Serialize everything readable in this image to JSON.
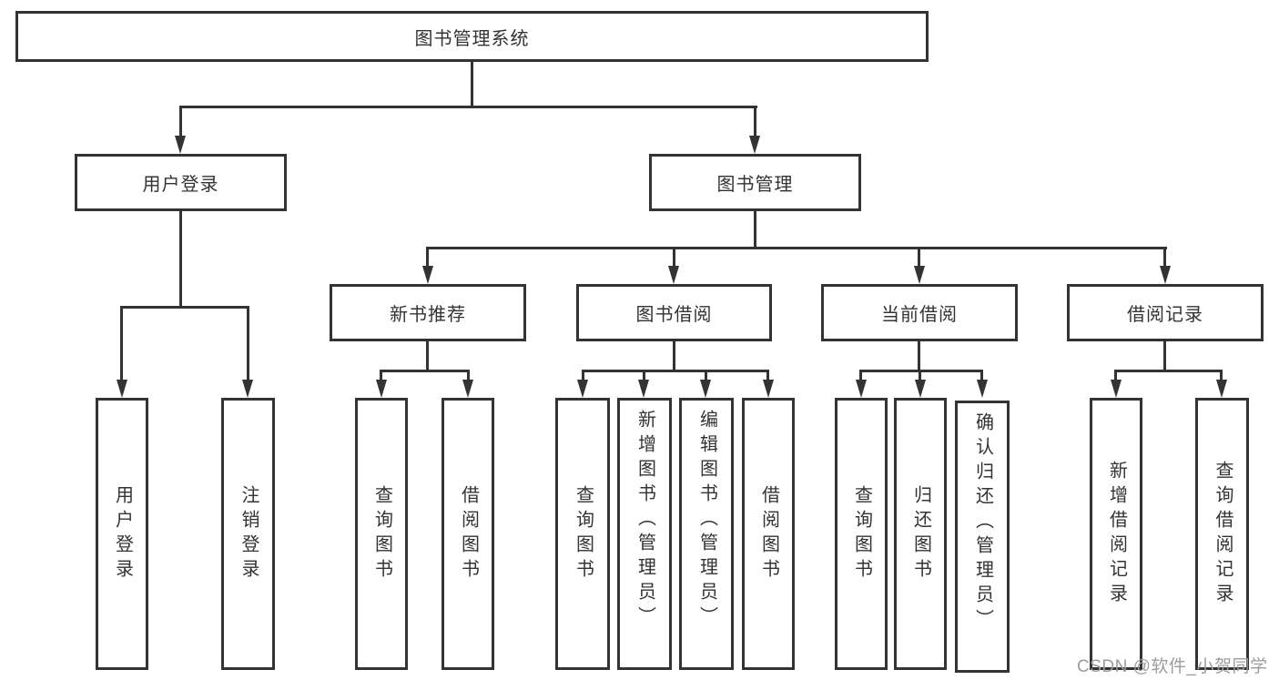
{
  "diagram": {
    "root": {
      "label": "图书管理系统",
      "children": [
        {
          "label": "用户登录",
          "children": [
            {
              "label": "用户登录"
            },
            {
              "label": "注销登录"
            }
          ]
        },
        {
          "label": "图书管理",
          "children": [
            {
              "label": "新书推荐",
              "children": [
                {
                  "label": "查询图书"
                },
                {
                  "label": "借阅图书"
                }
              ]
            },
            {
              "label": "图书借阅",
              "children": [
                {
                  "label": "查询图书"
                },
                {
                  "label": "新增图书（管理员）"
                },
                {
                  "label": "编辑图书（管理员）"
                },
                {
                  "label": "借阅图书"
                }
              ]
            },
            {
              "label": "当前借阅",
              "children": [
                {
                  "label": "查询图书"
                },
                {
                  "label": "归还图书"
                },
                {
                  "label": "确认归还（管理员）"
                }
              ]
            },
            {
              "label": "借阅记录",
              "children": [
                {
                  "label": "新增借阅记录"
                },
                {
                  "label": "查询借阅记录"
                }
              ]
            }
          ]
        }
      ]
    }
  },
  "watermark": {
    "text": "CSDN @软件_小贺同学"
  },
  "colors": {
    "line": "#333333",
    "box_border": "#333333",
    "text": "#333333",
    "watermark": "#9c9ca0",
    "background": "#ffffff"
  }
}
